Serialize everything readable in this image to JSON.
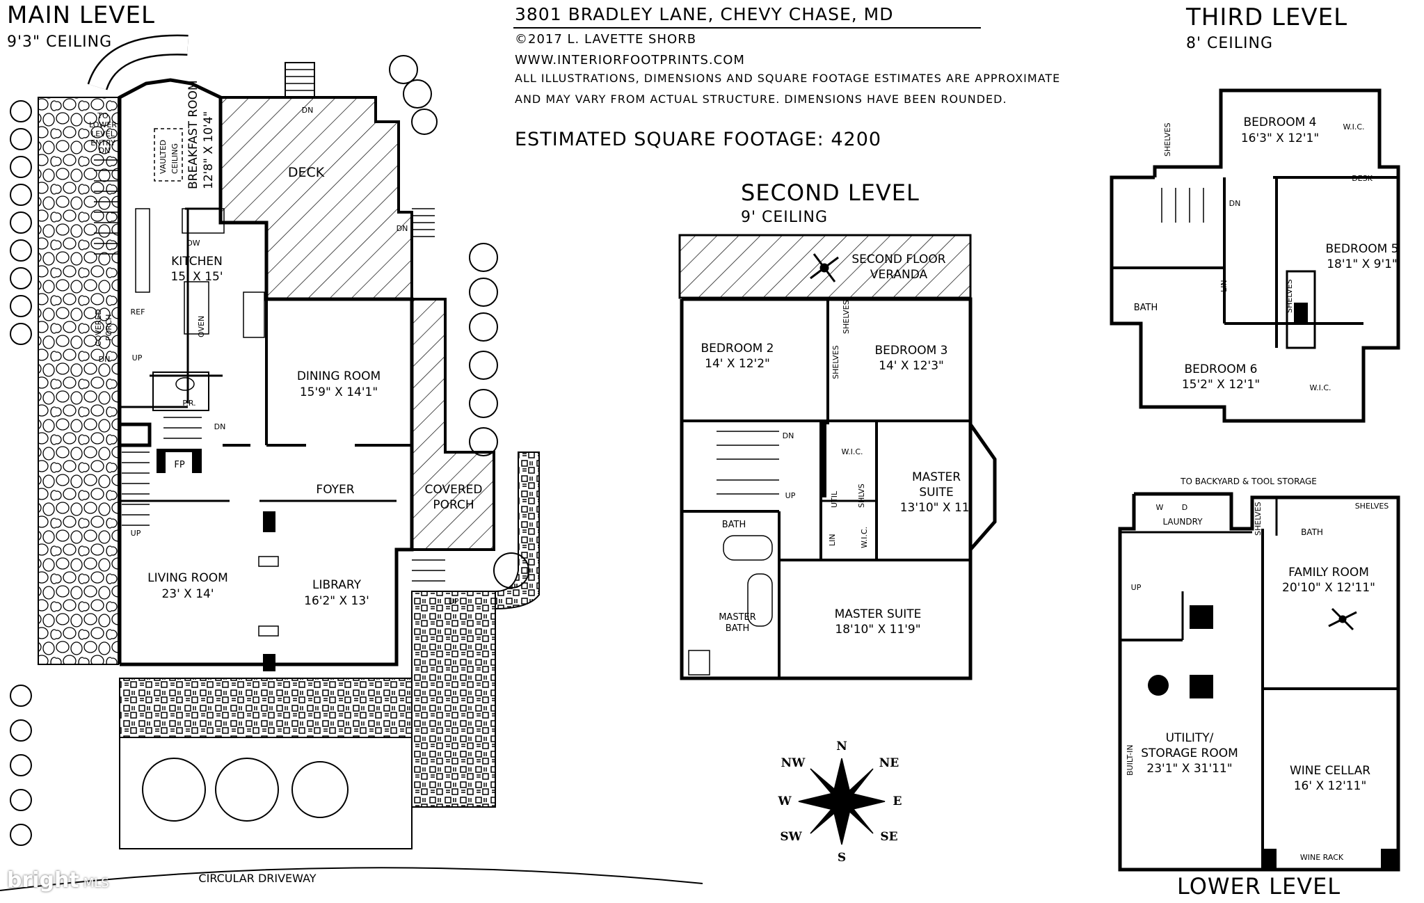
{
  "header": {
    "address": "3801 BRADLEY LANE, CHEVY CHASE, MD",
    "copyright": "©2017 L. LAVETTE SHORB",
    "website": "WWW.INTERIORFOOTPRINTS.COM",
    "disclaimer1": "ALL ILLUSTRATIONS, DIMENSIONS AND SQUARE FOOTAGE ESTIMATES ARE APPROXIMATE",
    "disclaimer2": "AND MAY VARY FROM ACTUAL STRUCTURE. DIMENSIONS HAVE BEEN ROUNDED.",
    "sqft": "ESTIMATED SQUARE FOOTAGE: 4200"
  },
  "main": {
    "title": "MAIN LEVEL",
    "ceiling": "9'3\" CEILING",
    "breakfast": "BREAKFAST ROOM",
    "breakfast_dim": "12'8\" X 10'4\"",
    "vaulted1": "VAULTED",
    "vaulted2": "CEILING",
    "deck": "DECK",
    "kitchen": "KITCHEN",
    "kitchen_dim": "15' X 15'",
    "dining": "DINING ROOM",
    "dining_dim": "15'9\" X 14'1\"",
    "foyer": "FOYER",
    "covered_porch": "COVERED",
    "covered_porch2": "PORCH",
    "covered_porch_side": "COVERED PORCH",
    "living": "LIVING ROOM",
    "living_dim": "23' X 14'",
    "library": "LIBRARY",
    "library_dim": "16'2\" X 13'",
    "pr": "P.R.",
    "fp": "FP",
    "ref": "REF",
    "oven": "OVEN",
    "dw": "DW",
    "to_lower1": "TO",
    "to_lower2": "LOWER",
    "to_lower3": "LEVEL",
    "to_lower4": "ENTRY",
    "dn": "DN",
    "up": "UP",
    "driveway": "CIRCULAR DRIVEWAY"
  },
  "second": {
    "title": "SECOND LEVEL",
    "ceiling": "9' CEILING",
    "veranda1": "SECOND FLOOR",
    "veranda2": "VERANDA",
    "bed2": "BEDROOM 2",
    "bed2_dim": "14' X 12'2\"",
    "bed3": "BEDROOM 3",
    "bed3_dim": "14' X 12'3\"",
    "master1": "MASTER",
    "master2": "SUITE",
    "master_dim": "13'10\" X 11'",
    "master_suite": "MASTER SUITE",
    "master_suite_dim": "18'10\" X 11'9\"",
    "bath": "BATH",
    "master_bath1": "MASTER",
    "master_bath2": "BATH",
    "wic": "W.I.C.",
    "shelves": "SHELVES",
    "shlvs": "SHLVS",
    "util": "UTIL",
    "lin": "LIN",
    "dn": "DN",
    "up": "UP"
  },
  "third": {
    "title": "THIRD LEVEL",
    "ceiling": "8' CEILING",
    "bed4": "BEDROOM 4",
    "bed4_dim": "16'3\" X 12'1\"",
    "bed5": "BEDROOM 5",
    "bed5_dim": "18'1\" X 9'1\"",
    "bed6": "BEDROOM 6",
    "bed6_dim": "15'2\" X 12'1\"",
    "bath": "BATH",
    "wic": "W.I.C.",
    "desk": "DESK",
    "shelves": "SHELVES",
    "lin": "LIN",
    "dn": "DN"
  },
  "lower": {
    "title": "LOWER LEVEL",
    "backyard": "TO BACKYARD & TOOL STORAGE",
    "laundry": "LAUNDRY",
    "bath": "BATH",
    "shelves": "SHELVES",
    "family": "FAMILY ROOM",
    "family_dim": "20'10\" X 12'11\"",
    "utility1": "UTILITY/",
    "utility2": "STORAGE ROOM",
    "utility_dim": "23'1\" X 31'11\"",
    "wine": "WINE CELLAR",
    "wine_dim": "16' X 12'11\"",
    "wine_rack": "WINE RACK",
    "built_in": "BUILT-IN",
    "up": "UP",
    "w": "W",
    "d": "D"
  },
  "compass": {
    "n": "N",
    "ne": "NE",
    "e": "E",
    "se": "SE",
    "s": "S",
    "sw": "SW",
    "w": "W",
    "nw": "NW"
  },
  "logo": {
    "brand": "bright",
    "mls": "MLS"
  }
}
